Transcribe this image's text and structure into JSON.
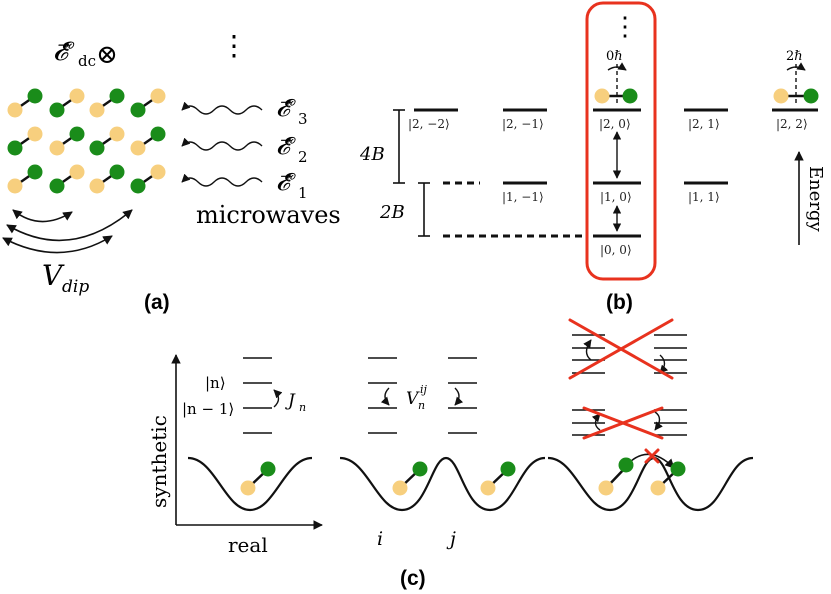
{
  "panel_a": {
    "label": "(a)",
    "field_dc": "𝓔⃗",
    "field_dc_sub": "dc",
    "otimes": "⊗",
    "vdots": "⋮",
    "fields": [
      "𝓔⃗",
      "𝓔⃗",
      "𝓔⃗"
    ],
    "field_subs": [
      "3",
      "2",
      "1"
    ],
    "microwaves": "microwaves",
    "vdip": "V",
    "vdip_sub": "dip"
  },
  "panel_b": {
    "label": "(b)",
    "spacing_4B": "4B",
    "spacing_2B": "2B",
    "kets_J2": [
      "|2, −2⟩",
      "|2, −1⟩",
      "|2, 0⟩",
      "|2, 1⟩",
      "|2, 2⟩"
    ],
    "kets_J1": [
      "|1, −1⟩",
      "|1, 0⟩",
      "|1, 1⟩"
    ],
    "ket_J0": "|0, 0⟩",
    "hbar_0": "0ℏ",
    "hbar_2": "2ℏ",
    "energy": "Energy",
    "vdots": "⋮",
    "highlight_color": "#e8321e"
  },
  "panel_c": {
    "label": "(c)",
    "ket_n": "|n⟩",
    "ket_n1": "|n − 1⟩",
    "J": "J",
    "J_sub": "n",
    "V": "V",
    "V_sub": "n",
    "V_sup": "ij",
    "synthetic": "synthetic",
    "real": "real",
    "site_i": "i",
    "site_j": "j",
    "cross_color": "#e8321e"
  },
  "colors": {
    "atom_a": "#f7cf7e",
    "atom_b": "#1a8c1a",
    "line": "#111111"
  }
}
